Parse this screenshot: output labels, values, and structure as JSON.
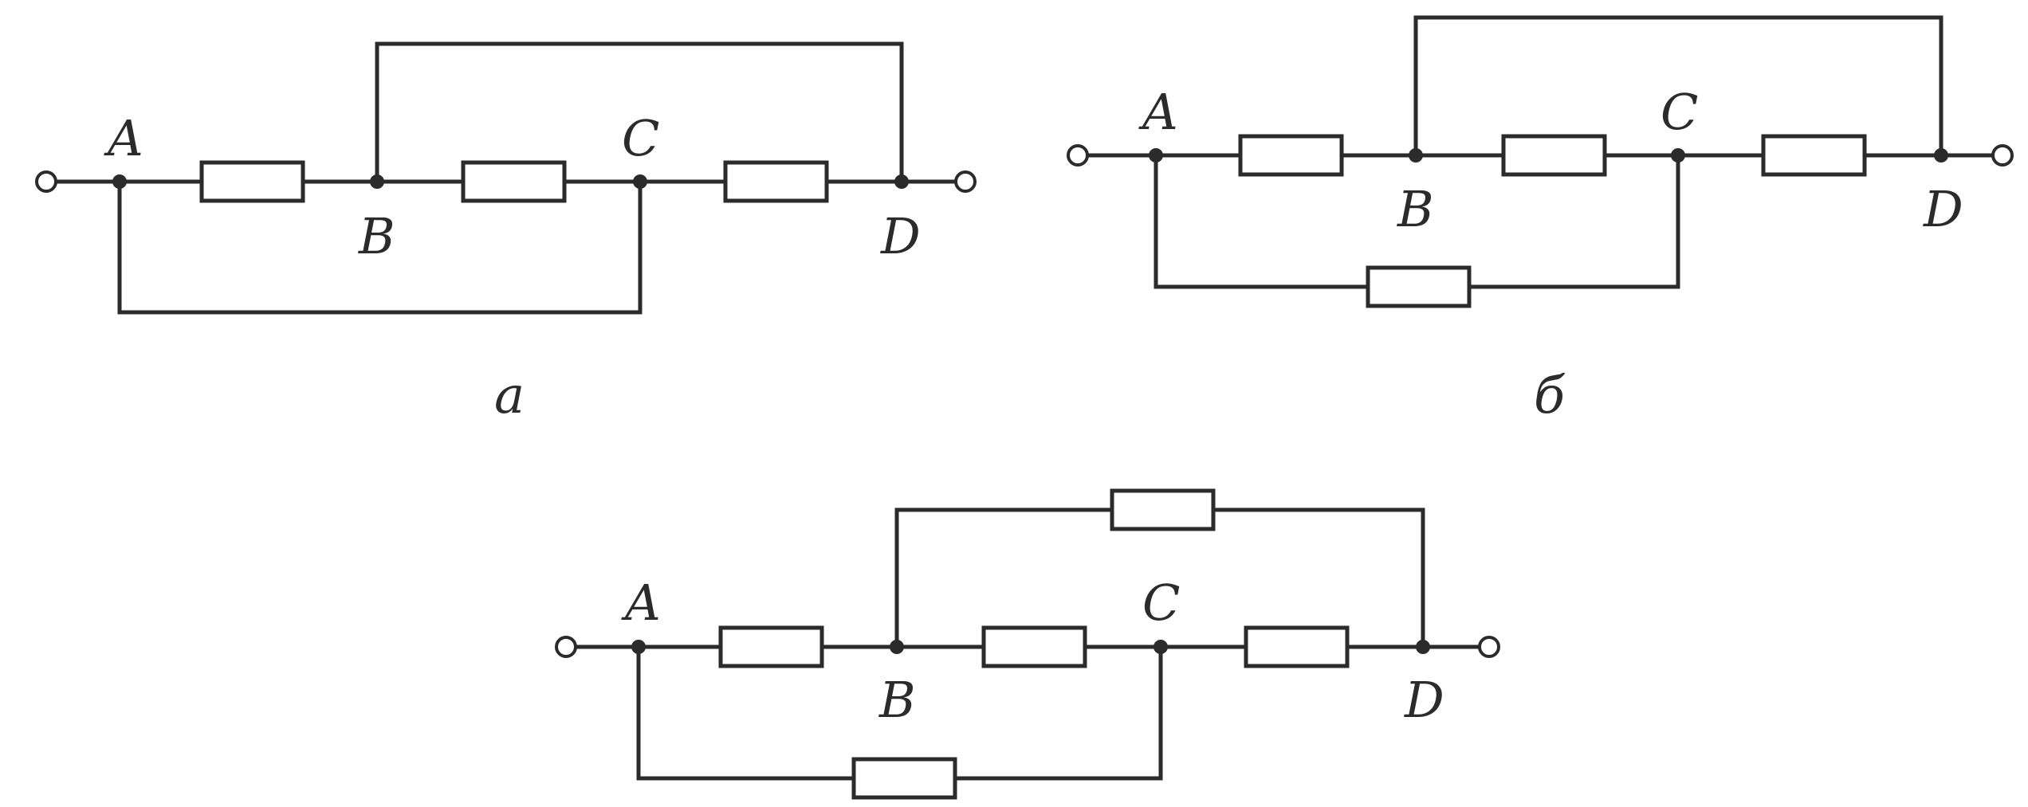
{
  "figure": {
    "circuits": [
      {
        "caption": "а",
        "labels": {
          "A": "A",
          "B": "B",
          "C": "C",
          "D": "D"
        }
      },
      {
        "caption": "б",
        "labels": {
          "A": "A",
          "B": "B",
          "C": "C",
          "D": "D"
        }
      },
      {
        "caption": "",
        "labels": {
          "A": "A",
          "B": "B",
          "C": "C",
          "D": "D"
        }
      }
    ]
  }
}
